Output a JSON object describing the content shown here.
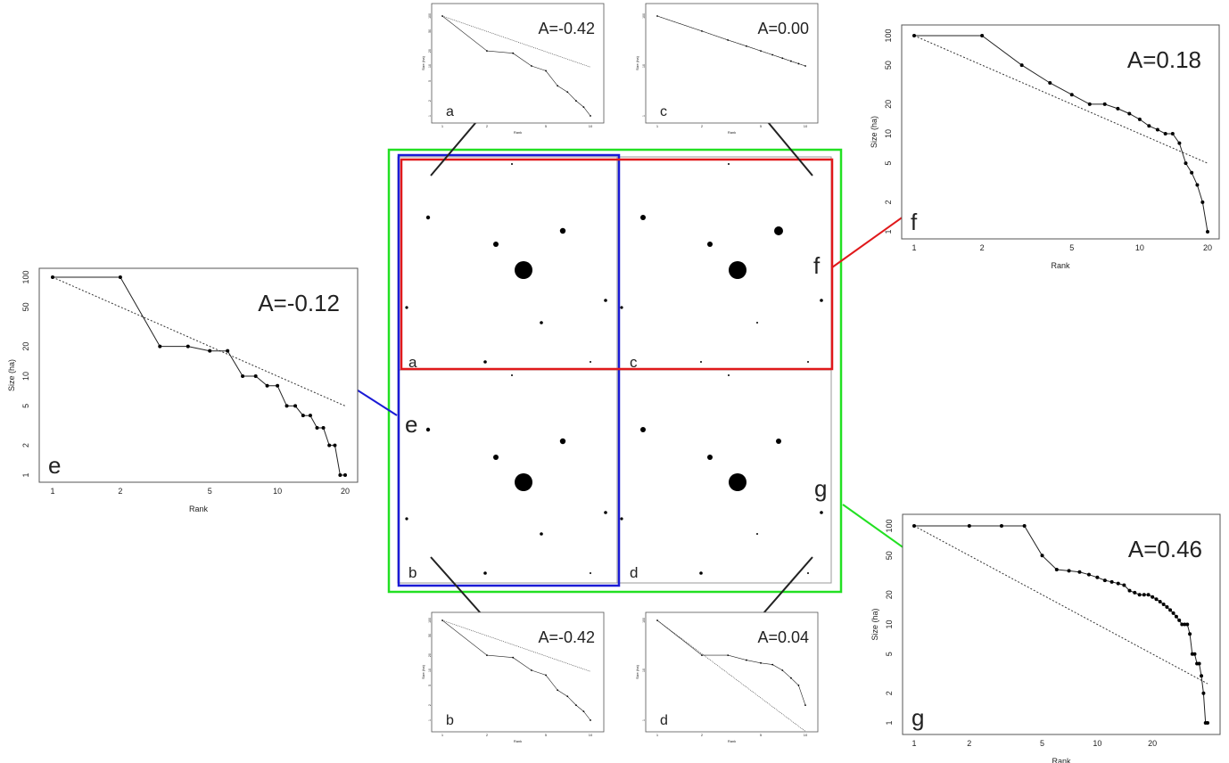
{
  "colors": {
    "red": "#e0191b",
    "blue": "#1a1ad6",
    "green": "#22e022",
    "black": "#000000",
    "frame": "#555555"
  },
  "map": {
    "quadrants": [
      {
        "letter": "a"
      },
      {
        "letter": "c"
      },
      {
        "letter": "b"
      },
      {
        "letter": "d"
      }
    ],
    "group_labels": {
      "e": "e",
      "f": "f",
      "g": "g"
    }
  },
  "chart_data": [
    {
      "id": "a",
      "type": "line",
      "scale": "log-log",
      "annotation": "A=-0.42",
      "panel_letter": "a",
      "xlabel": "Rank",
      "ylabel": "Size (ha)",
      "x_ticks": [
        "1",
        "2",
        "5",
        "10"
      ],
      "y_ticks": [
        "1",
        "2",
        "5",
        "10",
        "20",
        "50",
        "100"
      ],
      "xlim": [
        1,
        10
      ],
      "ylim": [
        1,
        100
      ],
      "series": [
        {
          "x": [
            1,
            2,
            3,
            4,
            5,
            6,
            7,
            8,
            9,
            10
          ],
          "y": [
            100,
            20,
            18,
            10,
            8,
            4,
            3,
            2,
            1.5,
            1
          ]
        }
      ],
      "reference": {
        "x": [
          1,
          10
        ],
        "y": [
          100,
          9.5
        ]
      }
    },
    {
      "id": "c",
      "type": "line",
      "scale": "log-log",
      "annotation": "A=0.00",
      "panel_letter": "c",
      "xlabel": "Rank",
      "ylabel": "Size (ha)",
      "x_ticks": [
        "1",
        "2",
        "5",
        "10"
      ],
      "y_ticks": [
        "1",
        "10",
        "100"
      ],
      "xlim": [
        1,
        10
      ],
      "ylim": [
        1,
        100
      ],
      "series": [
        {
          "x": [
            1,
            2,
            3,
            4,
            5,
            6,
            7,
            8,
            9,
            10
          ],
          "y": [
            100,
            50,
            33,
            25,
            20,
            16.7,
            14.3,
            12.5,
            11.1,
            10
          ]
        }
      ],
      "reference": {
        "x": [
          1,
          10
        ],
        "y": [
          100,
          10
        ]
      }
    },
    {
      "id": "b",
      "type": "line",
      "scale": "log-log",
      "annotation": "A=-0.42",
      "panel_letter": "b",
      "xlabel": "Rank",
      "ylabel": "Size (ha)",
      "x_ticks": [
        "1",
        "2",
        "5",
        "10"
      ],
      "y_ticks": [
        "1",
        "2",
        "5",
        "10",
        "20",
        "50",
        "100"
      ],
      "xlim": [
        1,
        10
      ],
      "ylim": [
        1,
        100
      ],
      "series": [
        {
          "x": [
            1,
            2,
            3,
            4,
            5,
            6,
            7,
            8,
            9,
            10
          ],
          "y": [
            100,
            20,
            18,
            10,
            8,
            4,
            3,
            2,
            1.5,
            1
          ]
        }
      ],
      "reference": {
        "x": [
          1,
          10
        ],
        "y": [
          100,
          9.5
        ]
      }
    },
    {
      "id": "d",
      "type": "line",
      "scale": "log-log",
      "annotation": "A=0.04",
      "panel_letter": "d",
      "xlabel": "Rank",
      "ylabel": "Size (ha)",
      "x_ticks": [
        "1",
        "2",
        "5",
        "10"
      ],
      "y_ticks": [
        "1",
        "10",
        "100"
      ],
      "xlim": [
        1,
        10
      ],
      "ylim": [
        1,
        100
      ],
      "series": [
        {
          "x": [
            1,
            2,
            3,
            4,
            5,
            6,
            7,
            8,
            9,
            10
          ],
          "y": [
            100,
            20,
            20,
            16,
            14,
            13,
            10,
            7,
            5,
            2
          ]
        }
      ],
      "reference": {
        "x": [
          1,
          10
        ],
        "y": [
          100,
          0.6
        ]
      }
    },
    {
      "id": "e",
      "type": "line",
      "scale": "log-log",
      "annotation": "A=-0.12",
      "panel_letter": "e",
      "color_key": "blue",
      "xlabel": "Rank",
      "ylabel": "Size (ha)",
      "x_ticks": [
        "1",
        "2",
        "5",
        "10",
        "20"
      ],
      "y_ticks": [
        "1",
        "2",
        "5",
        "10",
        "20",
        "50",
        "100"
      ],
      "xlim": [
        1,
        20
      ],
      "ylim": [
        1,
        100
      ],
      "series": [
        {
          "x": [
            1,
            2,
            3,
            4,
            5,
            6,
            7,
            8,
            9,
            10,
            11,
            12,
            13,
            14,
            15,
            16,
            17,
            18,
            19,
            20
          ],
          "y": [
            100,
            100,
            20,
            20,
            18,
            18,
            10,
            10,
            8,
            8,
            5,
            5,
            4,
            4,
            3,
            3,
            2,
            2,
            1,
            1
          ]
        }
      ],
      "reference": {
        "x": [
          1,
          20
        ],
        "y": [
          100,
          5
        ]
      }
    },
    {
      "id": "f",
      "type": "line",
      "scale": "log-log",
      "annotation": "A=0.18",
      "panel_letter": "f",
      "color_key": "red",
      "xlabel": "Rank",
      "ylabel": "Size (ha)",
      "x_ticks": [
        "1",
        "2",
        "5",
        "10",
        "20"
      ],
      "y_ticks": [
        "1",
        "2",
        "5",
        "10",
        "20",
        "50",
        "100"
      ],
      "xlim": [
        1,
        20
      ],
      "ylim": [
        1,
        100
      ],
      "series": [
        {
          "x": [
            1,
            2,
            3,
            4,
            5,
            6,
            7,
            8,
            9,
            10,
            11,
            12,
            13,
            14,
            15,
            16,
            17,
            18,
            19,
            20
          ],
          "y": [
            100,
            100,
            50,
            33,
            25,
            20,
            20,
            18,
            16,
            14,
            12,
            11,
            10,
            10,
            8,
            5,
            4,
            3,
            2,
            1
          ]
        }
      ],
      "reference": {
        "x": [
          1,
          20
        ],
        "y": [
          100,
          5
        ]
      }
    },
    {
      "id": "g",
      "type": "line",
      "scale": "log-log",
      "annotation": "A=0.46",
      "panel_letter": "g",
      "color_key": "green",
      "xlabel": "Rank",
      "ylabel": "Size (ha)",
      "x_ticks": [
        "1",
        "2",
        "5",
        "10",
        "20"
      ],
      "y_ticks": [
        "1",
        "2",
        "5",
        "10",
        "20",
        "50",
        "100"
      ],
      "xlim": [
        1,
        40
      ],
      "ylim": [
        1,
        100
      ],
      "series": [
        {
          "x": [
            1,
            2,
            3,
            4,
            5,
            6,
            7,
            8,
            9,
            10,
            11,
            12,
            13,
            14,
            15,
            16,
            17,
            18,
            19,
            20,
            21,
            22,
            23,
            24,
            25,
            26,
            27,
            28,
            29,
            30,
            31,
            32,
            33,
            34,
            35,
            36,
            37,
            38,
            39,
            40
          ],
          "y": [
            100,
            100,
            100,
            100,
            50,
            36,
            35,
            34,
            32,
            30,
            28,
            27,
            26,
            25,
            22,
            21,
            20,
            20,
            20,
            19,
            18,
            17,
            16,
            15,
            14,
            13,
            12,
            11,
            10,
            10,
            10,
            8,
            5,
            5,
            4,
            4,
            3,
            2,
            1,
            1
          ]
        }
      ],
      "reference": {
        "x": [
          1,
          40
        ],
        "y": [
          100,
          2.5
        ]
      }
    }
  ]
}
